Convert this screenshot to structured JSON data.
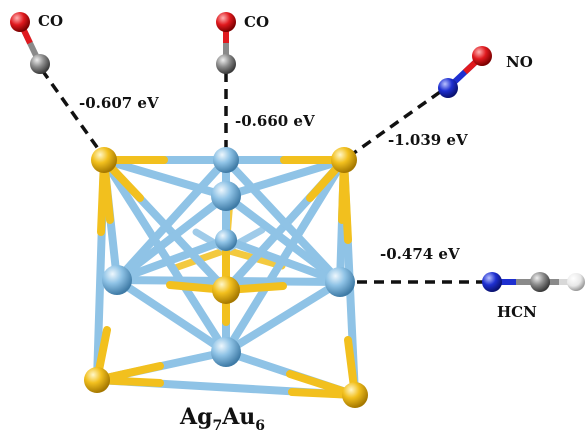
{
  "molecules": [
    {
      "id": "co-left",
      "label": "CO",
      "energy": "-0.607 eV"
    },
    {
      "id": "co-middle",
      "label": "CO",
      "energy": "-0.660 eV"
    },
    {
      "id": "no",
      "label": "NO",
      "energy": "-1.039 eV"
    },
    {
      "id": "hcn",
      "label": "HCN",
      "energy": "-0.474 eV"
    }
  ],
  "cluster": {
    "base": "Ag",
    "sub1": "7",
    "mid": "Au",
    "sub2": "6"
  },
  "colors": {
    "ag_atom": "#8fc3e6",
    "au_atom": "#f2c01e",
    "carbon": "#8a8a8a",
    "oxygen": "#e0191e",
    "nitrogen": "#1e2fd0",
    "hydrogen": "#e8e8e8",
    "interaction": "#111111"
  }
}
